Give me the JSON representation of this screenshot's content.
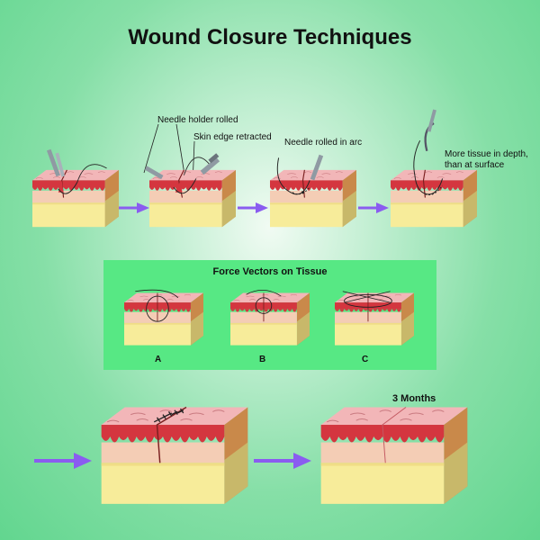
{
  "title": "Wound Closure Techniques",
  "callouts": {
    "needle_holder": "Needle holder rolled",
    "skin_edge": "Skin edge retracted",
    "needle_rolled": "Needle rolled in arc",
    "more_tissue_line1": "More tissue in depth,",
    "more_tissue_line2": "than at surface"
  },
  "force_panel": {
    "title": "Force Vectors on Tissue",
    "labels": [
      "A",
      "B",
      "C"
    ]
  },
  "healed_label": "3 Months",
  "colors": {
    "background": "#86dfa7",
    "panel": "#57e884",
    "arrow": "#8a5cf0",
    "skin_top": "#f2b6b8",
    "dermis": "#f4cdb5",
    "fat": "#f7ec9a",
    "blood_red": "#d4363f",
    "side_shade": "#c9894a"
  }
}
